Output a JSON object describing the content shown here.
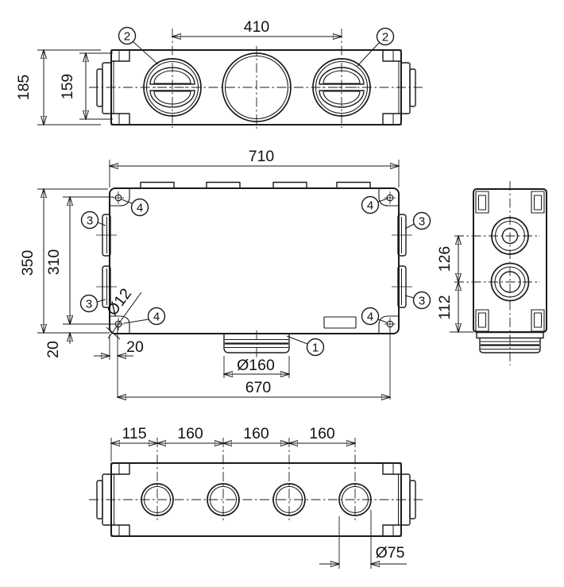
{
  "colors": {
    "line": "#1a1a1a",
    "background": "#ffffff"
  },
  "views": {
    "top_view": {
      "dim_port_spacing": "410",
      "dim_height_outer": "185",
      "dim_height_inner": "159",
      "callout_damper": "2"
    },
    "front_view": {
      "dim_width": "710",
      "dim_height": "350",
      "dim_hole_span_vertical": "310",
      "dim_hole_offset_bottom": "20",
      "dim_hole_offset_left": "20",
      "dim_hole_diameter": "Ø12",
      "dim_spigot_diameter": "Ø160",
      "dim_hole_span_horizontal": "670",
      "callout_spigot": "1",
      "callout_side_knockout": "3",
      "callout_mounting_hole": "4"
    },
    "side_view": {
      "dim_port_spacing": "126",
      "dim_port_offset_bottom": "112"
    },
    "bottom_view": {
      "dim_first_port_offset": "115",
      "dim_port_pitch": "160",
      "dim_port_diameter": "Ø75"
    }
  }
}
